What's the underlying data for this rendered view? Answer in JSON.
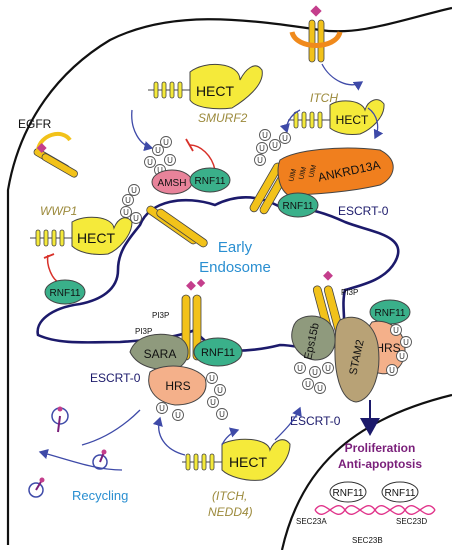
{
  "labels": {
    "egfr": "EGFR",
    "hect": "HECT",
    "smurf2": "SMURF2",
    "itch": "ITCH",
    "wwp1": "WWP1",
    "rnf11": "RNF11",
    "amsh": "AMSH",
    "ankrd13a": "ANKRD13A",
    "uim": "UIM",
    "escrt0": "ESCRT-0",
    "early_endosome_1": "Early",
    "early_endosome_2": "Endosome",
    "pi3p": "PI3P",
    "sara": "SARA",
    "hrs": "HRS",
    "eps15b": "Eps15b",
    "stam2": "STAM2",
    "u": "U",
    "proliferation": "Proliferation",
    "anti_apoptosis": "Anti-apoptosis",
    "recycling": "Recycling",
    "itch_nedd4_1": "(ITCH,",
    "itch_nedd4_2": "NEDD4)",
    "sec23a": "SEC23A",
    "sec23b": "SEC23B",
    "sec23d": "SEC23D"
  },
  "colors": {
    "hect_yellow": "#f5ea3a",
    "receptor_yellow": "#f2c21a",
    "receptor_orange": "#f08a1c",
    "rnf11_green": "#3ab08a",
    "amsh_pink": "#e8839a",
    "ankrd_orange": "#f07f1e",
    "hrs_peach": "#f4b08a",
    "sara_gray": "#8f9a7d",
    "eps_tan": "#b8a276",
    "membrane_navy": "#1c1a6b",
    "arrow_blue": "#3e4aa8",
    "inhibit_red": "#d8312a",
    "olive_text": "#9c8a3c",
    "blue_text": "#2a8fd1",
    "purple_text": "#7a1f7a",
    "dna_pink": "#e0338a"
  }
}
